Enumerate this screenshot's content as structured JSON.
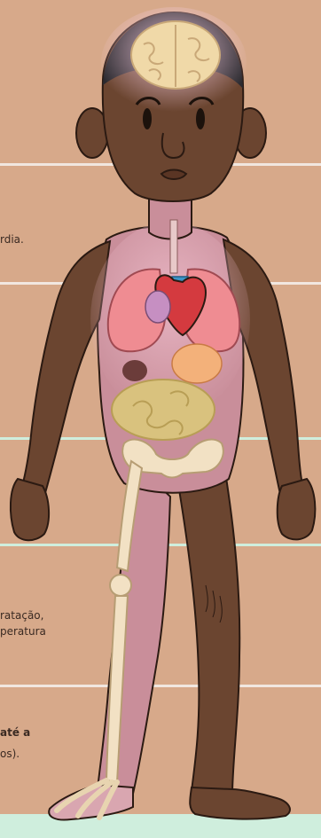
{
  "colors": {
    "background": "#d7a98a",
    "rule_white": "#f3e8e0",
    "rule_mint": "#cfeedd",
    "skin": "#6b4530",
    "skin_dark": "#4f311f",
    "hair": "#2b2a2f",
    "glow": "#e8c0d0",
    "brain": "#f0d9a8",
    "lungs": "#ef8c92",
    "heart": "#d43a3f",
    "liver_stomach": "#f3b17a",
    "bone": "#f2e1c4",
    "vessel": "#3c95c8",
    "intestines": "#d9c27e",
    "kidney": "#6b3c3a",
    "bottom_band": "#cfeedd"
  },
  "fragments": {
    "f1": "rdia.",
    "f2a": "ratação,",
    "f2b": "peratura",
    "f3a_bold": "até a",
    "f3b": "os)."
  },
  "icons": {
    "figure": "human-body-anatomy-illustration"
  }
}
